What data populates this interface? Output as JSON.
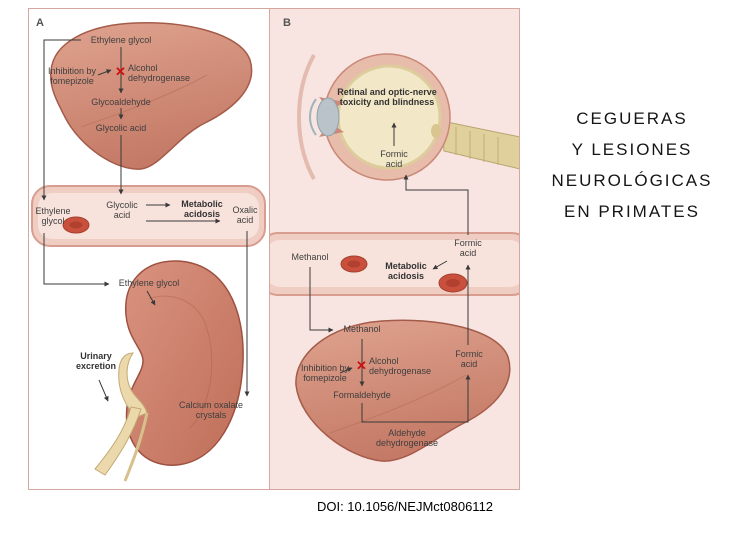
{
  "figure": {
    "panels": {
      "a": {
        "letter": "A",
        "labels": {
          "ethylene_glycol_top": "Ethylene glycol",
          "inhibition": "Inhibition by fomepizole",
          "alcohol_dehydrogenase": "Alcohol dehydrogenase",
          "glycoaldehyde": "Glycoaldehyde",
          "glycolic_acid_liver": "Glycolic acid",
          "ethylene_glycol_vessel": "Ethylene glycol",
          "glycolic_acid_vessel": "Glycolic acid",
          "metabolic_acidosis": "Metabolic acidosis",
          "oxalic_acid": "Oxalic acid",
          "ethylene_glycol_kidney": "Ethylene glycol",
          "urinary_excretion": "Urinary excretion",
          "calcium_oxalate": "Calcium oxalate crystals"
        }
      },
      "b": {
        "letter": "B",
        "labels": {
          "retinal_toxicity": "Retinal and optic-nerve toxicity and blindness",
          "formic_acid_eye": "Formic acid",
          "methanol_vessel": "Methanol",
          "metabolic_acidosis": "Metabolic acidosis",
          "formic_acid_vessel": "Formic acid",
          "methanol_liver": "Methanol",
          "inhibition": "Inhibition by fomepizole",
          "alcohol_dehydrogenase": "Alcohol dehydrogenase",
          "formaldehyde": "Formaldehyde",
          "aldehyde_dehydrogenase": "Aldehyde dehydrogenase",
          "formic_acid_liver": "Formic acid"
        }
      }
    }
  },
  "icons": {
    "inhibition_x": "✕"
  },
  "annotation": {
    "lines": [
      "CEGUERAS",
      "Y LESIONES",
      "NEUROLÓGICAS",
      "EN PRIMATES"
    ]
  },
  "caption": {
    "doi": "DOI: 10.1056/NEJMct0806112"
  },
  "colors": {
    "panel_b_bg": "#f8e5e1",
    "inhibition_x": "#cc1111",
    "figure_border": "#d5a79e",
    "liver": "#cd8472",
    "kidney": "#cb7a66",
    "vessel_wall": "#f0cdc3",
    "vessel_lumen": "#f8e3dc",
    "red_blood_cell": "#c8503c",
    "eye_sclera": "#f2e7c6",
    "optic_nerve": "#e0d09c"
  }
}
